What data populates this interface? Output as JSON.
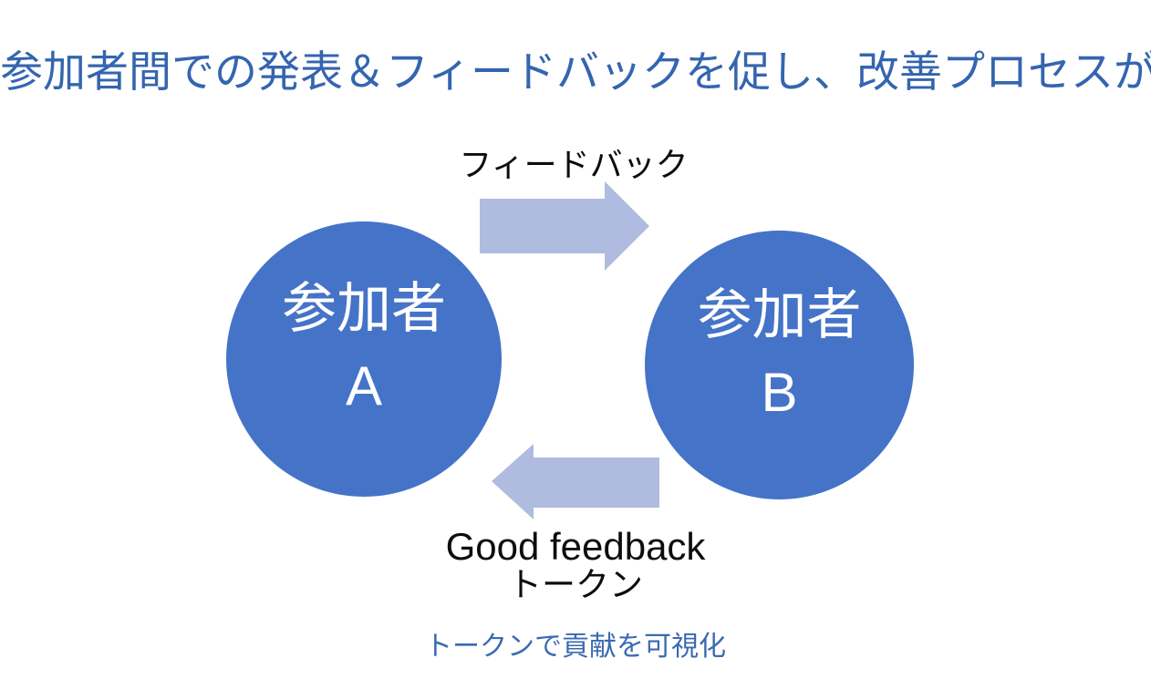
{
  "title": {
    "text": "参加者間での発表＆フィードバックを促し、改善プロセスが加速",
    "color": "#3465B0"
  },
  "diagram": {
    "top_arrow": {
      "label": "フィードバック",
      "direction": "right",
      "fill": "#AFBCE0",
      "from": "参加者 A",
      "to": "参加者 B"
    },
    "bottom_arrow": {
      "label_line1": "Good feedback",
      "label_line2": "トークン",
      "direction": "left",
      "fill": "#AFBCE0",
      "from": "参加者 B",
      "to": "参加者 A"
    },
    "circles": [
      {
        "label": "参加者",
        "letter": "A",
        "fill": "#4573C8",
        "text_color": "#FFFFFF"
      },
      {
        "label": "参加者",
        "letter": "B",
        "fill": "#4573C8",
        "text_color": "#FFFFFF"
      }
    ],
    "footnote": {
      "text": "トークンで貢献を可視化",
      "color": "#3B6AB0"
    }
  }
}
